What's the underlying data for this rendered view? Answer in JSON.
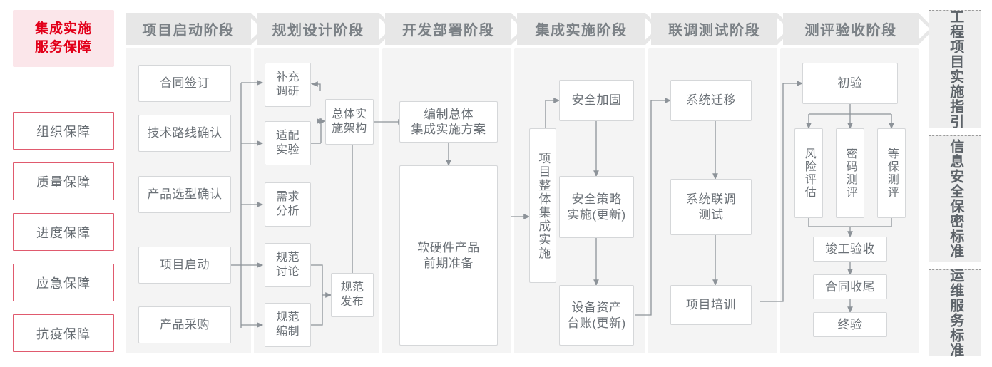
{
  "colors": {
    "accent_red": "#e2001a",
    "accent_red_soft": "#e05a6e",
    "title_bg": "#fbe6ea",
    "banner_bg": "#e7e7e7",
    "column_bg": "#f4f4f4",
    "node_border": "#d5d7d9",
    "text_gray": "#6b7177",
    "connector": "#8d9399"
  },
  "left_rail": {
    "title": "集成实施\n服务保障",
    "title_line1": "集成实施",
    "title_line2": "服务保障",
    "items": [
      {
        "label": "组织保障"
      },
      {
        "label": "质量保障"
      },
      {
        "label": "进度保障"
      },
      {
        "label": "应急保障"
      },
      {
        "label": "抗疫保障"
      }
    ]
  },
  "phases": [
    {
      "id": "startup",
      "banner": "项目启动阶段",
      "nodes": [
        {
          "id": "contract-sign",
          "label": "合同签订"
        },
        {
          "id": "tech-route",
          "label": "技术路线确认"
        },
        {
          "id": "product-select",
          "label": "产品选型确认"
        },
        {
          "id": "project-start",
          "label": "项目启动"
        },
        {
          "id": "product-buy",
          "label": "产品采购"
        }
      ]
    },
    {
      "id": "planning",
      "banner": "规划设计阶段",
      "nodes": [
        {
          "id": "extra-research",
          "label": "补充\n调研",
          "l1": "补充",
          "l2": "调研"
        },
        {
          "id": "adapt-test",
          "label": "适配\n实验",
          "l1": "适配",
          "l2": "实验"
        },
        {
          "id": "demand-analysis",
          "label": "需求\n分析",
          "l1": "需求",
          "l2": "分析"
        },
        {
          "id": "spec-discuss",
          "label": "规范\n讨论",
          "l1": "规范",
          "l2": "讨论"
        },
        {
          "id": "spec-write",
          "label": "规范\n编制",
          "l1": "规范",
          "l2": "编制"
        },
        {
          "id": "overall-arch",
          "label": "总体实\n施架构",
          "l1": "总体实",
          "l2": "施架构"
        },
        {
          "id": "spec-publish",
          "label": "规范\n发布",
          "l1": "规范",
          "l2": "发布"
        }
      ]
    },
    {
      "id": "develop",
      "banner": "开发部署阶段",
      "nodes": [
        {
          "id": "make-plan",
          "label": "编制总体\n集成实施方案",
          "l1": "编制总体",
          "l2": "集成实施方案"
        },
        {
          "id": "hw-sw-prep",
          "label": "软硬件产品\n前期准备",
          "l1": "软硬件产品",
          "l2": "前期准备"
        }
      ]
    },
    {
      "id": "integration",
      "banner": "集成实施阶段",
      "nodes": [
        {
          "id": "overall-integration",
          "label": "项目整体集成实施"
        },
        {
          "id": "sec-harden",
          "label": "安全加固"
        },
        {
          "id": "sec-policy",
          "label": "安全策略\n实施(更新)",
          "l1": "安全策略",
          "l2": "实施(更新)"
        },
        {
          "id": "asset-ledger",
          "label": "设备资产\n台账(更新)",
          "l1": "设备资产",
          "l2": "台账(更新)"
        }
      ]
    },
    {
      "id": "jointtest",
      "banner": "联调测试阶段",
      "nodes": [
        {
          "id": "sys-migrate",
          "label": "系统迁移"
        },
        {
          "id": "sys-jointtest",
          "label": "系统联调\n测试",
          "l1": "系统联调",
          "l2": "测试"
        },
        {
          "id": "proj-train",
          "label": "项目培训"
        }
      ]
    },
    {
      "id": "acceptance",
      "banner": "测评验收阶段",
      "nodes": [
        {
          "id": "prelim-accept",
          "label": "初验"
        },
        {
          "id": "risk-assess",
          "label": "风险评估"
        },
        {
          "id": "crypto-eval",
          "label": "密码测评"
        },
        {
          "id": "mlps-eval",
          "label": "等保测评"
        },
        {
          "id": "final-check",
          "label": "竣工验收"
        },
        {
          "id": "contract-close",
          "label": "合同收尾"
        },
        {
          "id": "final-accept",
          "label": "终验"
        }
      ]
    }
  ],
  "right_rail": [
    {
      "id": "engineering-guide",
      "label": "工程项目实施指引"
    },
    {
      "id": "security-standard",
      "label": "信息安全保密标准"
    },
    {
      "id": "ops-standard",
      "label": "运维服务标准"
    }
  ]
}
